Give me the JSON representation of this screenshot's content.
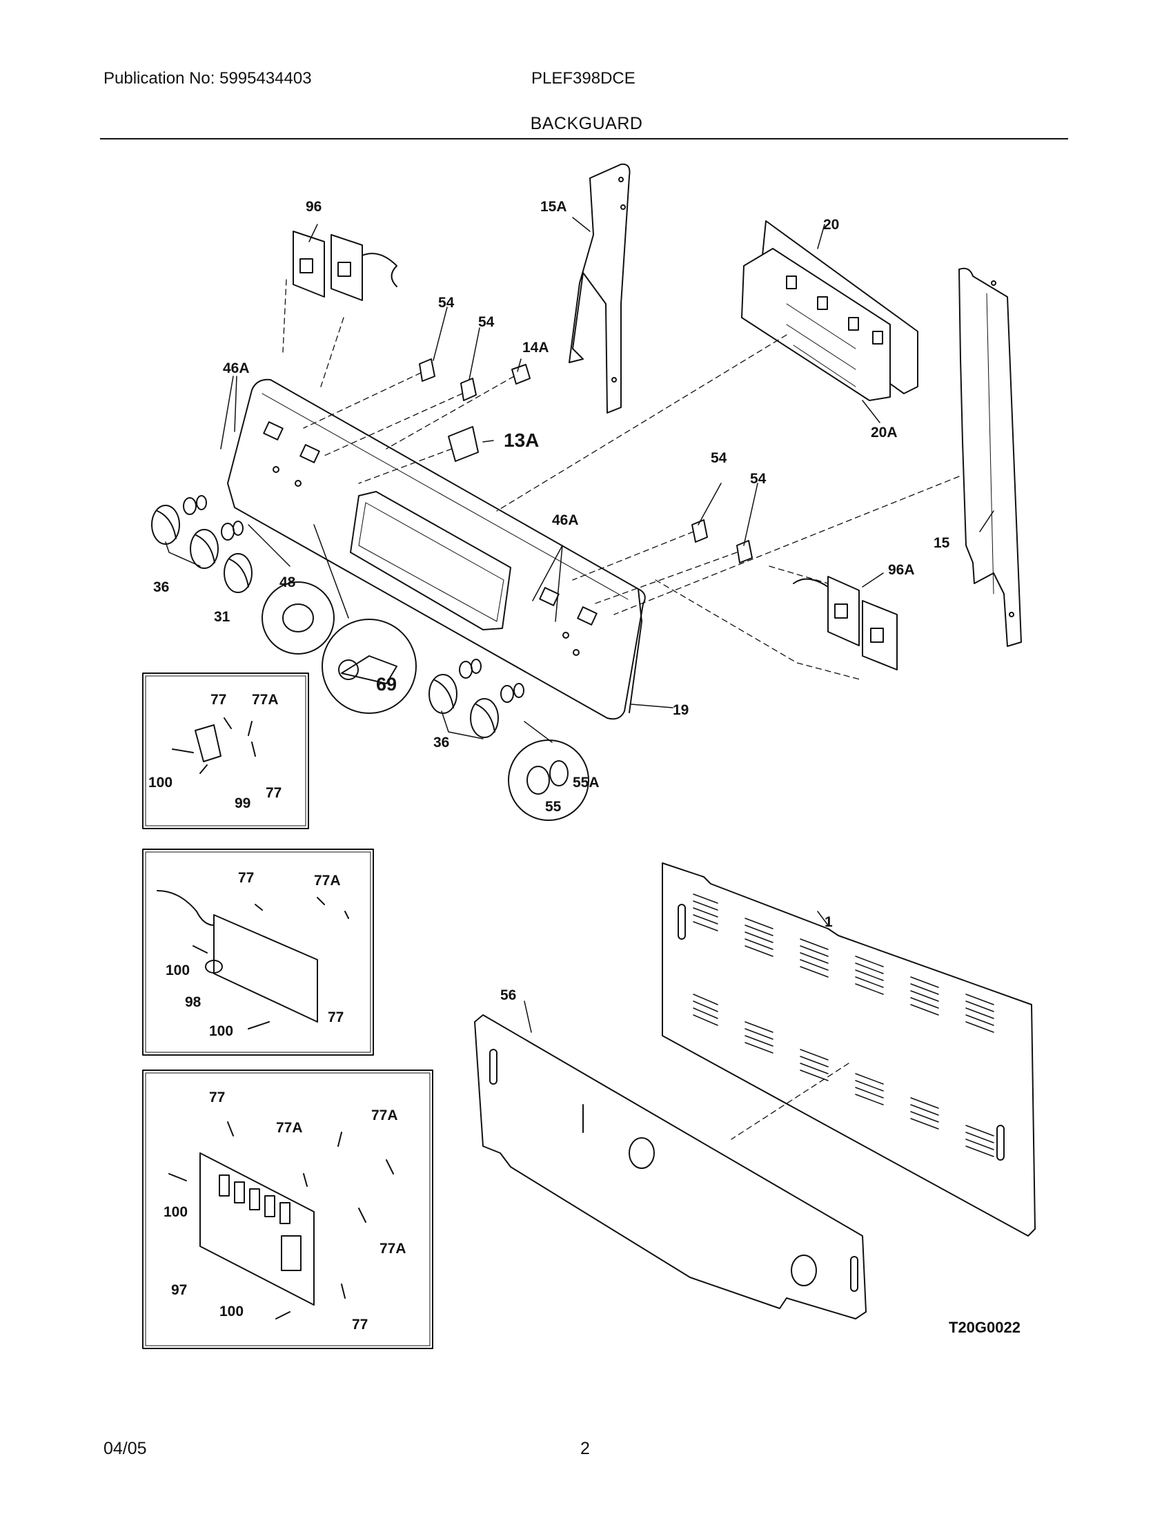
{
  "header": {
    "publication": "Publication No: 5995434403",
    "model": "PLEF398DCE",
    "title": "BACKGUARD"
  },
  "footer": {
    "date": "04/05",
    "page": "2"
  },
  "diagram": {
    "drawing_id": "T20G0022",
    "callouts": {
      "c96": "96",
      "c15A": "15A",
      "c20": "20",
      "c54a": "54",
      "c54b": "54",
      "c14A": "14A",
      "c46Aa": "46A",
      "c13A": "13A",
      "c20A": "20A",
      "c54c": "54",
      "c54d": "54",
      "c15": "15",
      "c46Ab": "46A",
      "c96A": "96A",
      "c36a": "36",
      "c31": "31",
      "c48": "48",
      "c69": "69",
      "c19": "19",
      "c36b": "36",
      "c55": "55",
      "c55A": "55A",
      "i1_77a": "77",
      "i1_77A": "77A",
      "i1_100": "100",
      "i1_99": "99",
      "i1_77b": "77",
      "i2_77": "77",
      "i2_77A": "77A",
      "i2_100a": "100",
      "i2_98": "98",
      "i2_100b": "100",
      "i2_77b": "77",
      "i3_77": "77",
      "i3_77Aa": "77A",
      "i3_77Ab": "77A",
      "i3_100a": "100",
      "i3_77Ac": "77A",
      "i3_97": "97",
      "i3_100b": "100",
      "i3_77b": "77",
      "c1": "1",
      "c56": "56"
    }
  }
}
